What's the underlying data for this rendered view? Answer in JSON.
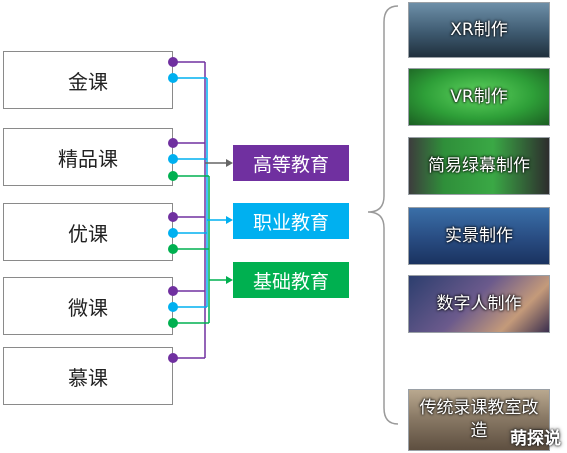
{
  "courses": [
    {
      "label": "金课"
    },
    {
      "label": "精品课"
    },
    {
      "label": "优课"
    },
    {
      "label": "微课"
    },
    {
      "label": "慕课"
    }
  ],
  "education_types": [
    {
      "label": "高等教育",
      "color": "#7030a0"
    },
    {
      "label": "职业教育",
      "color": "#00b0f0"
    },
    {
      "label": "基础教育",
      "color": "#00b050"
    }
  ],
  "productions": [
    {
      "label": "XR制作",
      "icon": "xr-studio-photo"
    },
    {
      "label": "VR制作",
      "icon": "green-screen-photo"
    },
    {
      "label": "简易绿幕制作",
      "icon": "simple-green-screen-photo"
    },
    {
      "label": "实景制作",
      "icon": "live-set-photo"
    },
    {
      "label": "数字人制作",
      "icon": "digital-human-photo"
    },
    {
      "label": "传统录课教室改造",
      "icon": "classroom-photo"
    }
  ],
  "watermark": "萌探说",
  "colors": {
    "higher_ed": "#7030a0",
    "vocational": "#00b0f0",
    "basic": "#00b050",
    "bracket": "#9a9a9a"
  }
}
